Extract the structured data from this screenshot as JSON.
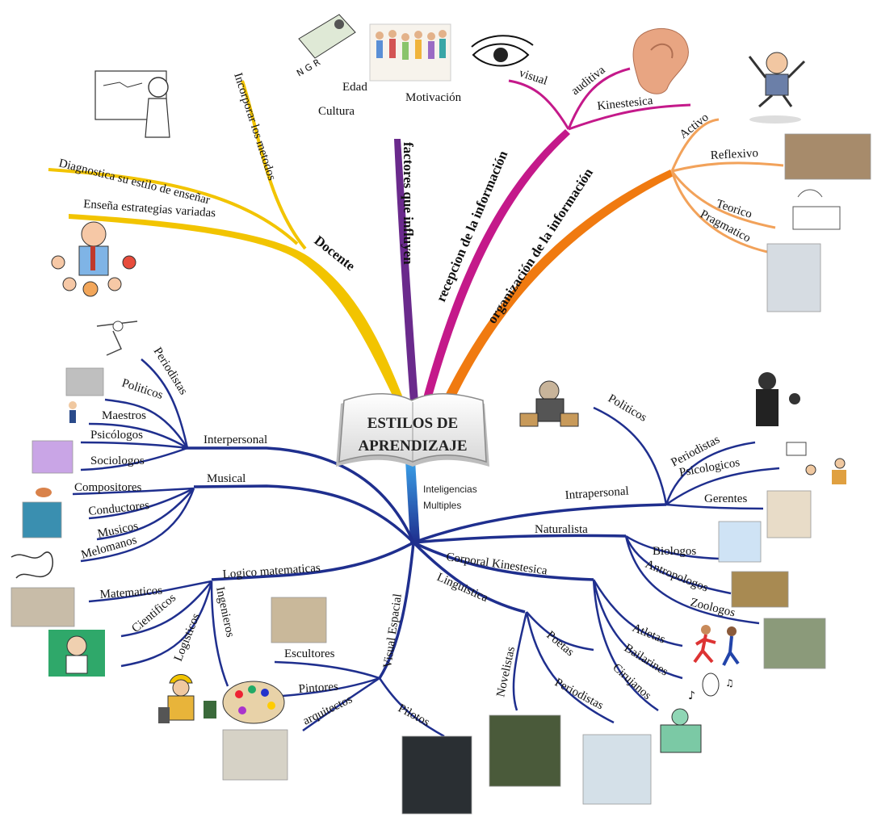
{
  "center": {
    "line1": "ESTILOS DE",
    "line2": "APRENDIZAJE"
  },
  "upper": {
    "docente": {
      "label": "Docente",
      "items": [
        "Incorporar los metodos",
        "Diagnostica su estilo  de enseñar",
        "Enseña estrategias variadas"
      ]
    },
    "factores": {
      "label": "factores que influyen",
      "items": [
        "Edad",
        "Cultura",
        "Motivación"
      ]
    },
    "recepcion": {
      "label": "recepcion de la información",
      "items": [
        "visual",
        "auditiva",
        "Kinestesica"
      ]
    },
    "organizacion": {
      "label": "organización de la información",
      "items": [
        "Activo",
        "Reflexivo",
        "Teorico",
        "Pragmatico"
      ]
    }
  },
  "inteligencias": {
    "label_line1": "Inteligencias",
    "label_line2": "Multiples",
    "interpersonal": {
      "label": "Interpersonal",
      "items": [
        "Periodistas",
        "Politicos",
        "Maestros",
        "Psicólogos",
        "Sociologos"
      ]
    },
    "musical": {
      "label": "Musical",
      "items": [
        "Compositores",
        "Conductores",
        "Musicos",
        "Melomanos"
      ]
    },
    "logico": {
      "label": "Logico matematicas",
      "items": [
        "Matematicos",
        "Cientificos",
        "Logisticos",
        "Ingenieros"
      ]
    },
    "visual": {
      "label": "Visual Espacial",
      "items": [
        "Escultores",
        "Pintores",
        "arquitectos",
        "Pilotos"
      ]
    },
    "linguistica": {
      "label": "Linguistica",
      "items": [
        "Novelistas",
        "Poetas",
        "Periodistas"
      ]
    },
    "corporal": {
      "label": "Corporal Kinestesica",
      "items": [
        "Atletas",
        "Bailarines",
        "Cirujanos"
      ]
    },
    "naturalista": {
      "label": "Naturalista",
      "items": [
        "Biologos",
        "Antropologos",
        "Zoologos"
      ]
    },
    "intrapersonal": {
      "label": "Intrapersonal",
      "items": [
        "Politicos",
        "Periodistas",
        "Psicologicos",
        "Gerentes"
      ]
    }
  },
  "colors": {
    "docente": "#f2c400",
    "docente_light": "#f5d64a",
    "factores": "#6a2a8c",
    "recepcion": "#c4198a",
    "organizacion": "#f07a10",
    "organizacion_light": "#f2a25a",
    "inteligencias": "#1f2f8e",
    "inteligencias_light": "#2a8fd8"
  },
  "icons": [
    "teacher-whiteboard-icon",
    "teacher-children-icon",
    "book-reading-icon",
    "people-crowd-icon",
    "eye-icon",
    "ear-icon",
    "jumping-man-icon",
    "tired-man-photo-icon",
    "thinking-desk-icon",
    "office-woman-photo-icon",
    "gangster-icon",
    "newsman-microphone-icon",
    "psychologist-icon",
    "manager-woman-photo-icon",
    "biologist-icon",
    "anthropology-photo-icon",
    "zoologist-photo-icon",
    "runners-icon",
    "dancing-dog-icon",
    "surgeon-icon",
    "press-cameras-icon",
    "reading-man-photo-icon",
    "cockpit-photo-icon",
    "drafting-photo-icon",
    "engineer-worker-icon",
    "paint-palette-icon",
    "ruins-photo-icon",
    "mad-scientist-icon",
    "math-notes-photo-icon",
    "scribble-icon",
    "musicians-board-icon",
    "bird-icon",
    "sociologist-cartoon-icon",
    "teacher-figure-icon",
    "handshake-icon",
    "journalist-sketch-icon"
  ]
}
